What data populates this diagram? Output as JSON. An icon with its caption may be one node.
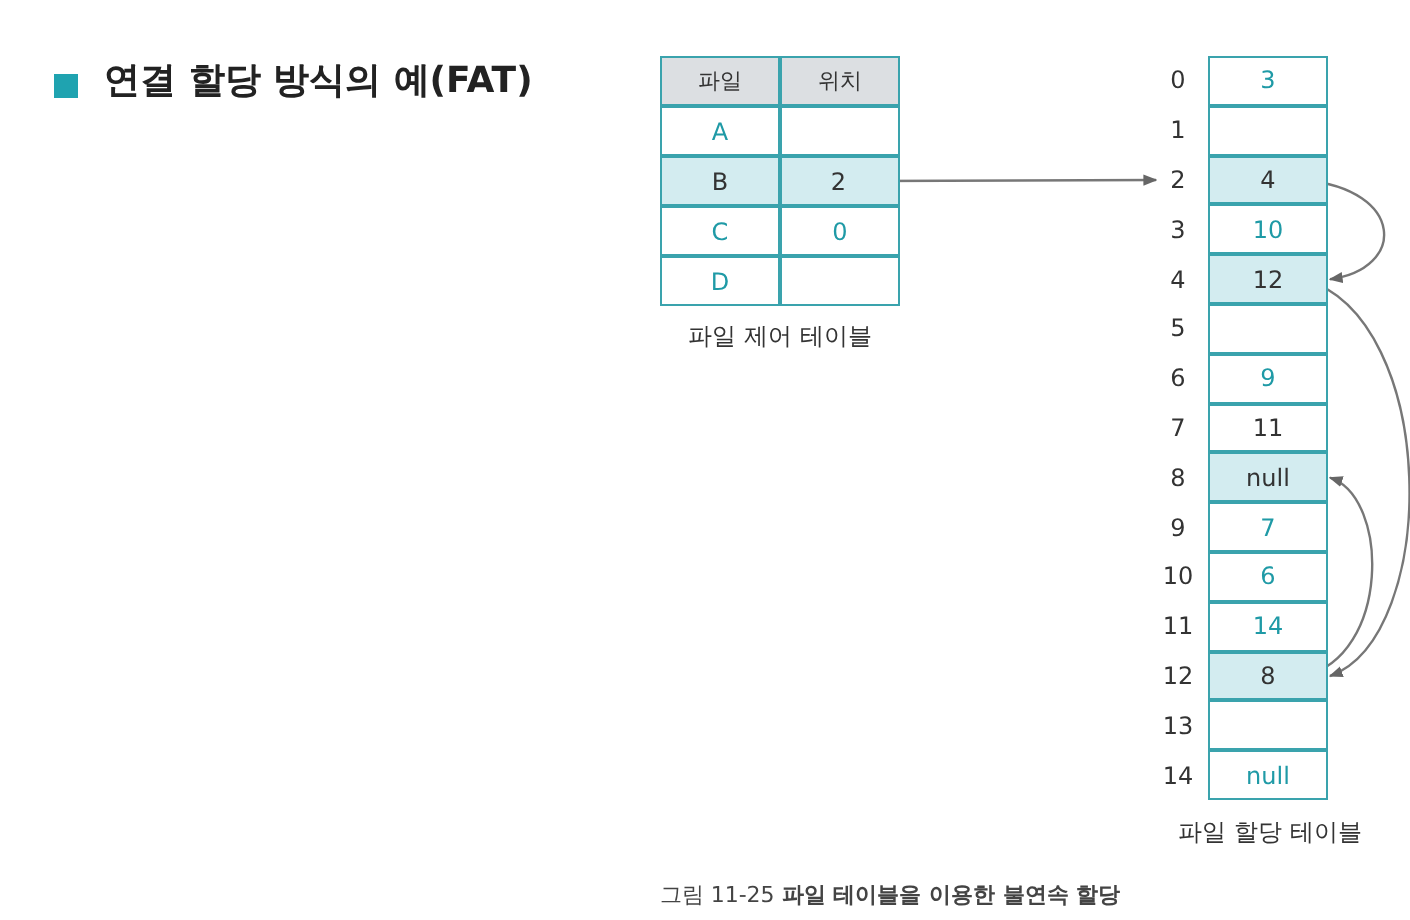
{
  "diagram": {
    "title": "연결 할당 방식의 예(FAT)",
    "caption": "그림 11-25 **파일 테이블을 이용한 불연속 할당**",
    "nodes": [
      {
        "text": [
          "2"
        ]
      },
      {
        "text": [
          "3"
        ],
        "beside": [
          "0"
        ]
      },
      {
        "text": [],
        "shape": "box",
        "beside": [
          "1"
        ]
      },
      {
        "text": [
          "4"
        ],
        "beside": [
          "2"
        ]
      },
      {
        "text": [
          "10"
        ],
        "beside": [
          "3"
        ]
      },
      {
        "text": [
          "12"
        ],
        "beside": [
          "4"
        ]
      },
      {
        "text": [],
        "shape": "box",
        "beside": [
          "5"
        ]
      },
      {
        "text": [
          "9"
        ],
        "beside": [
          "6"
        ]
      },
      {
        "text": [
          "11"
        ],
        "beside": [
          "7"
        ]
      },
      {
        "text": [
          "null"
        ],
        "beside": [
          "8"
        ]
      },
      {
        "text": [
          "7"
        ],
        "beside": [
          "9"
        ]
      },
      {
        "text": [
          "6"
        ],
        "beside": [
          "10"
        ]
      },
      {
        "text": [
          "14"
        ],
        "beside": [
          "11"
        ]
      },
      {
        "text": [
          "8"
        ],
        "beside": [
          "12"
        ]
      },
      {
        "text": [],
        "shape": "box",
        "beside": [
          "13"
        ]
      },
      {
        "text": [
          "null"
        ],
        "beside": [
          "14"
        ]
      }
    ],
    "edges": [
      {
        "from": 0,
        "to": 3,
        "arrow": "to"
      },
      {
        "from": 3,
        "to": 5,
        "arrow": "to"
      },
      {
        "from": 5,
        "to": 13,
        "arrow": "to"
      },
      {
        "from": 13,
        "to": 9,
        "arrow": "to"
      }
    ],
    "labels": [
      "파일",
      "위치",
      "A",
      "B",
      "C",
      "0",
      "D",
      "파일 제어 테이블",
      "파일 할당 테이블"
    ]
  }
}
